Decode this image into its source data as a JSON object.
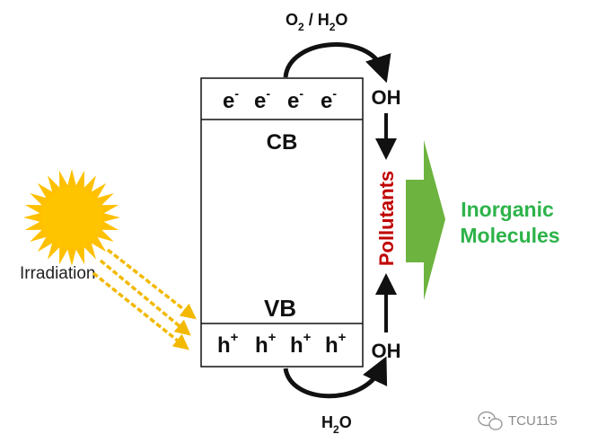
{
  "top_reagent": {
    "o": "O",
    "sub2": "2",
    "sep": " / H",
    "sub_h2o": "2",
    "tail": "O"
  },
  "bottom_reagent": {
    "h": "H",
    "sub": "2",
    "o": "O"
  },
  "conduction_band": {
    "label": "CB",
    "electrons": [
      {
        "base": "e",
        "sup": "-"
      },
      {
        "base": "e",
        "sup": "-"
      },
      {
        "base": "e",
        "sup": "-"
      },
      {
        "base": "e",
        "sup": "-"
      }
    ]
  },
  "valence_band": {
    "label": "VB",
    "holes": [
      {
        "base": "h",
        "sup": "+"
      },
      {
        "base": "h",
        "sup": "+"
      },
      {
        "base": "h",
        "sup": "+"
      },
      {
        "base": "h",
        "sup": "+"
      }
    ]
  },
  "radical_top": "OH",
  "radical_bottom": "OH",
  "pollutants": "Pollutants",
  "product": {
    "line1": "Inorganic",
    "line2": "Molecules"
  },
  "irradiation": "Irradiation",
  "watermark": "TCU115",
  "colors": {
    "sun": "#FFC000",
    "sun_dark": "#F5A800",
    "pollutants": "#C00000",
    "product": "#2DB34A",
    "big_arrow": "#6DB33F",
    "light_rays": "#F2B900",
    "ink": "#111111"
  },
  "icons": [
    "sun-icon",
    "wechat-icon"
  ]
}
